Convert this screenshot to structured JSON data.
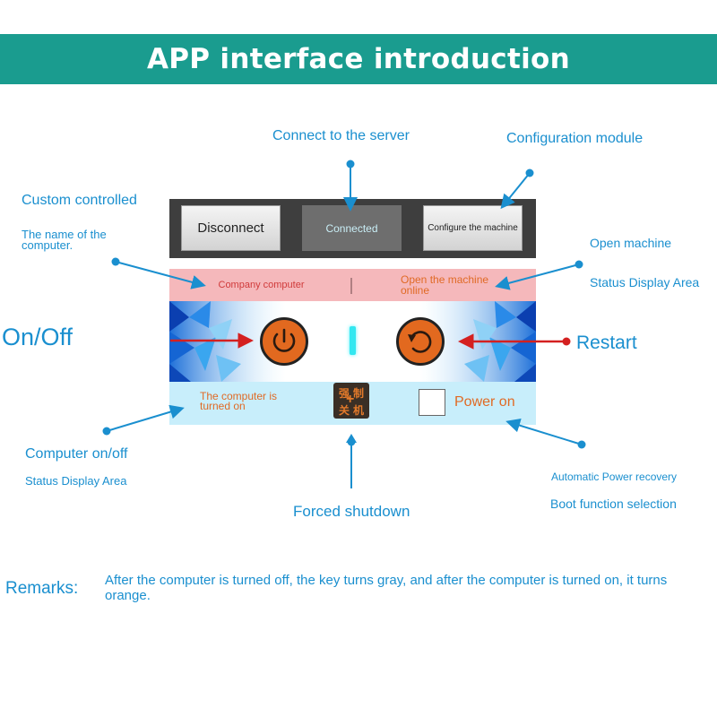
{
  "banner": {
    "title": "APP interface introduction"
  },
  "callouts": {
    "connect_server": "Connect to the server",
    "config_module": "Configuration module",
    "custom_controlled": "Custom controlled",
    "name_of_computer": "The name of the computer.",
    "open_machine": "Open machine",
    "status_display_right": "Status Display Area",
    "on_off": "On/Off",
    "restart": "Restart",
    "computer_on_off": "Computer on/off",
    "status_display_left": "Status Display Area",
    "auto_power_recovery": "Automatic Power recovery",
    "boot_function": "Boot function selection",
    "forced_shutdown": "Forced shutdown"
  },
  "app": {
    "top_buttons": {
      "disconnect": "Disconnect",
      "connected": "Connected",
      "configure": "Configure the machine"
    },
    "status": {
      "company": "Company computer",
      "separator": "|",
      "online": "Open the machine online"
    },
    "controls": {
      "power_icon": "power-icon",
      "restart_icon": "restart-icon",
      "led_color": "#33e7f0"
    },
    "bottom": {
      "computer_on": "The computer is turned on",
      "force_glyphs": [
        "强",
        "制",
        "关",
        "机"
      ],
      "power_on_label": "Power on",
      "power_on_checked": false
    }
  },
  "remarks": {
    "label": "Remarks:",
    "text": "After the computer is turned off, the key turns gray, and after the computer is turned on, it turns orange."
  },
  "colors": {
    "accent_blue": "#1a8fcf",
    "banner": "#1a9c8f",
    "orange": "#e2691f",
    "arrow_red": "#d42020"
  }
}
